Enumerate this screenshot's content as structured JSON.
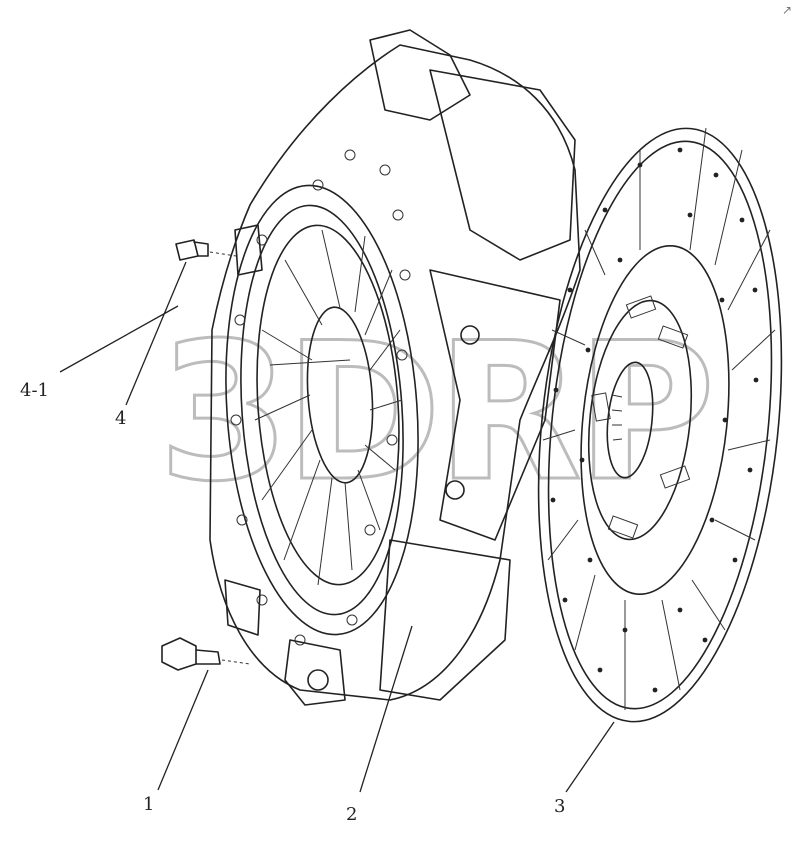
{
  "callouts": {
    "part_4_1": "4-1",
    "part_4": "4",
    "part_1": "1",
    "part_2": "2",
    "part_3": "3"
  },
  "watermark": "3DRP",
  "corner_mark": "↗"
}
